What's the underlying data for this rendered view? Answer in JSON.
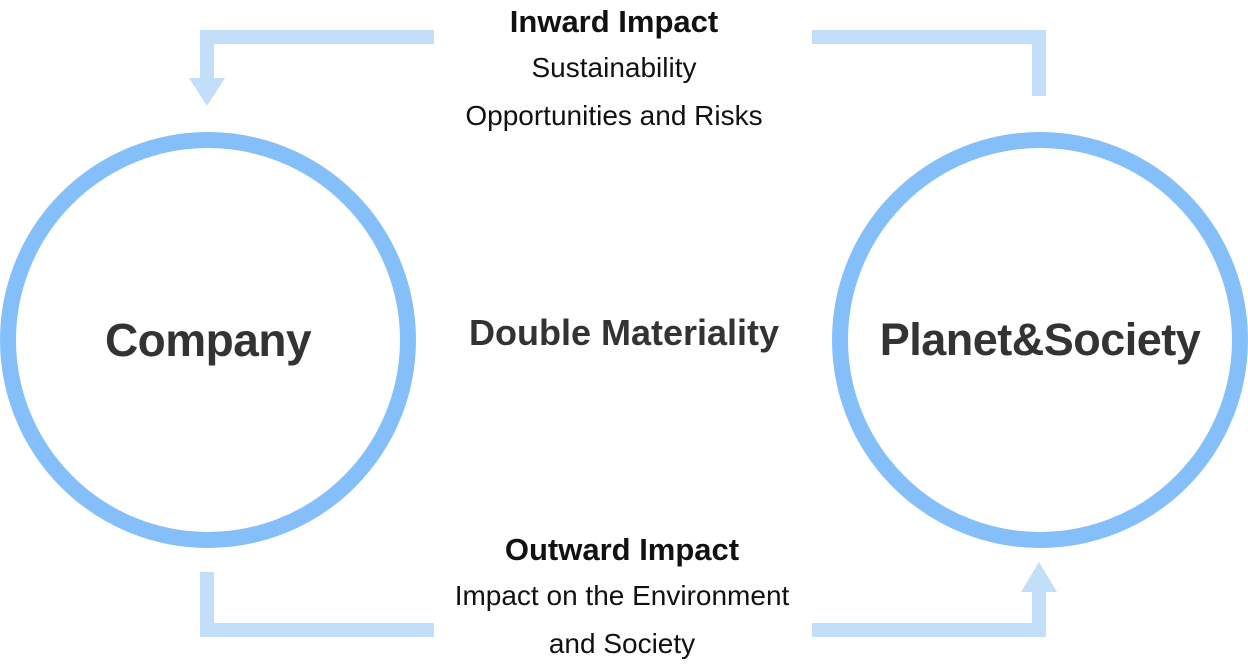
{
  "colors": {
    "ring": "#85BFFA",
    "arrow": "#C3DEF8",
    "text": "#333333"
  },
  "circles": {
    "left": "Company",
    "right": "Planet&Society"
  },
  "center": {
    "label": "Double Materiality"
  },
  "inward": {
    "title": "Inward Impact",
    "lines": [
      "Sustainability",
      "Opportunities and Risks"
    ]
  },
  "outward": {
    "title": "Outward Impact",
    "lines": [
      "Impact on the Environment",
      "and Society"
    ]
  }
}
